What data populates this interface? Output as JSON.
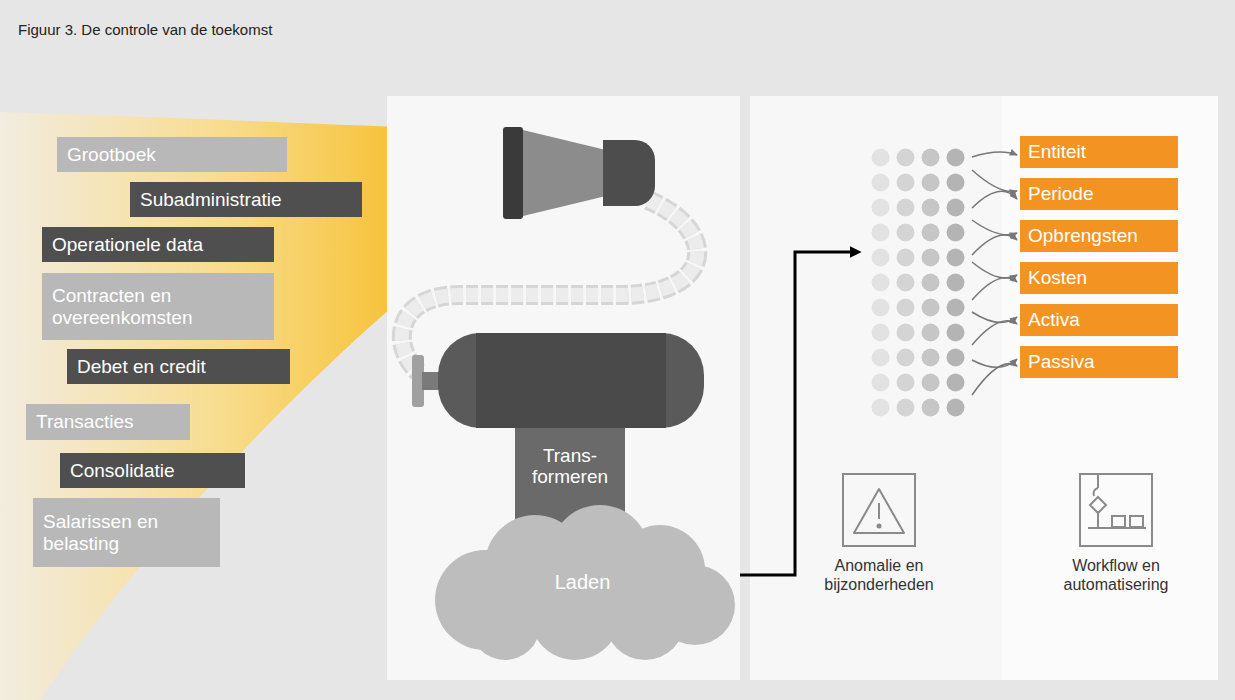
{
  "diagram": {
    "title": "Figuur 3. De controle van de toekomst",
    "nodes": [
      {
        "text": [
          "Grootboek"
        ]
      },
      {
        "text": [
          "Subadministratie"
        ]
      },
      {
        "text": [
          "Operationele data"
        ]
      },
      {
        "text": [
          "Contracten en overeenkomsten"
        ]
      },
      {
        "text": [
          "Debet en credit"
        ]
      },
      {
        "text": [
          "Transacties"
        ]
      },
      {
        "text": [
          "Consolidatie"
        ]
      },
      {
        "text": [
          "Salarissen en belasting"
        ]
      },
      {
        "text": [
          "Trans- formeren"
        ]
      },
      {
        "text": [
          "Laden"
        ]
      },
      {
        "text": [
          "Entiteit"
        ]
      },
      {
        "text": [
          "Periode"
        ]
      },
      {
        "text": [
          "Opbrengsten"
        ]
      },
      {
        "text": [
          "Kosten"
        ]
      },
      {
        "text": [
          "Activa"
        ]
      },
      {
        "text": [
          "Passiva"
        ]
      }
    ],
    "labels": [
      "Anomalie en bijzonderheden",
      "Workflow en automatisering"
    ]
  }
}
